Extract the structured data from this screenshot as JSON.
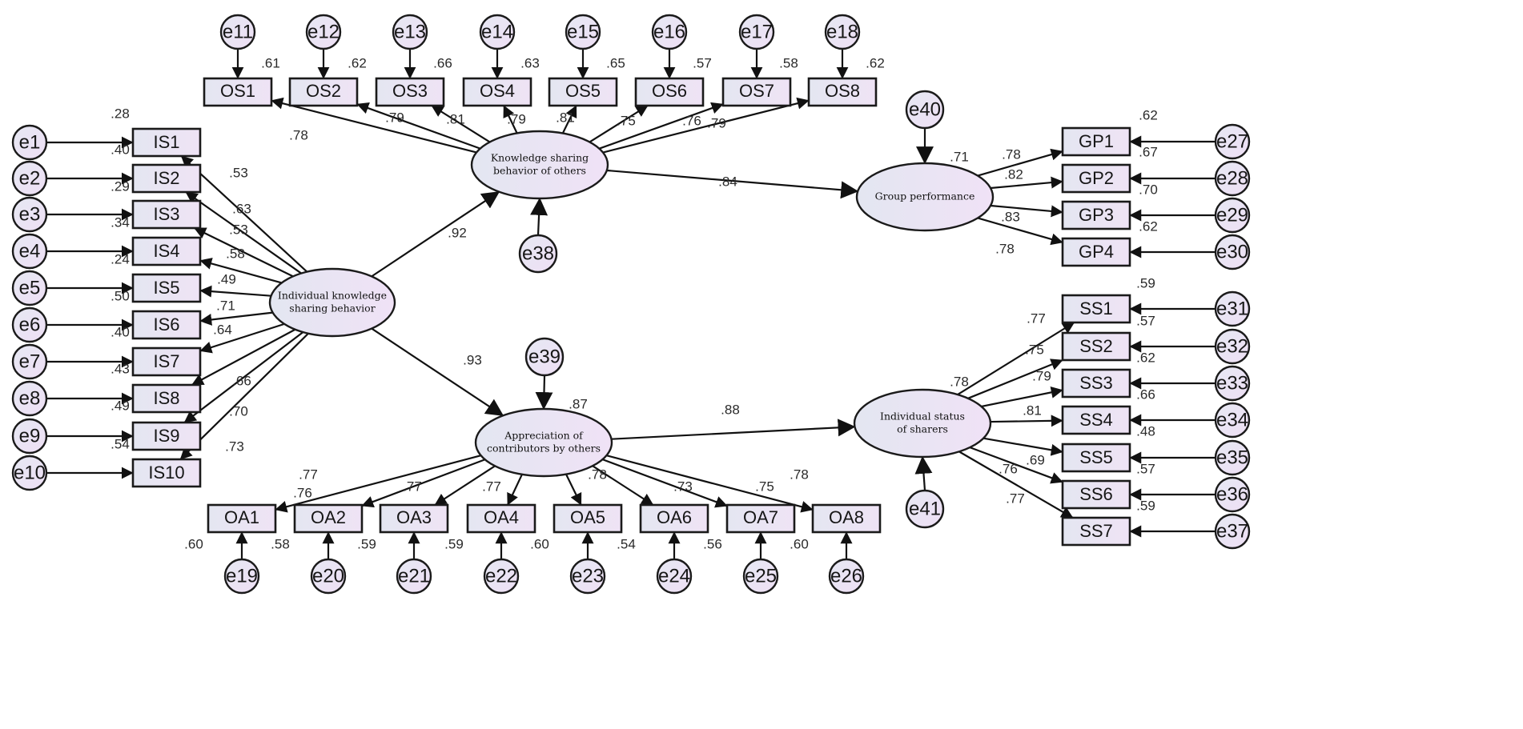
{
  "colors": {
    "node_fill": "#ece6f6",
    "node_fill_alt": "#e8e8f2",
    "stroke": "#111111"
  },
  "latents": {
    "iks": {
      "lines": [
        "Individual knowledge",
        "sharing behavior"
      ]
    },
    "ksbo": {
      "lines": [
        "Knowledge sharing",
        "behavior of others"
      ],
      "r2": ""
    },
    "aco": {
      "lines": [
        "Appreciation of",
        "contributors by others"
      ],
      "r2": ".87"
    },
    "gp": {
      "lines": [
        "Group performance"
      ],
      "r2": ".71"
    },
    "iss": {
      "lines": [
        "Individual status",
        "of sharers"
      ],
      "r2": ".78"
    }
  },
  "structural_paths": [
    {
      "from": "iks",
      "to": "ksbo",
      "coef": ".92"
    },
    {
      "from": "iks",
      "to": "aco",
      "coef": ".93"
    },
    {
      "from": "ksbo",
      "to": "gp",
      "coef": ".84"
    },
    {
      "from": "aco",
      "to": "iss",
      "coef": ".88"
    }
  ],
  "disturbances": [
    {
      "name": "e38",
      "target": "ksbo"
    },
    {
      "name": "e39",
      "target": "aco"
    },
    {
      "name": "e40",
      "target": "gp"
    },
    {
      "name": "e41",
      "target": "iss"
    }
  ],
  "indicator_groups": [
    {
      "latent": "iks",
      "items": [
        {
          "name": "IS1",
          "error": "e1",
          "loading": ".53",
          "r2": ".28"
        },
        {
          "name": "IS2",
          "error": "e2",
          "loading": ".63",
          "r2": ".40"
        },
        {
          "name": "IS3",
          "error": "e3",
          "loading": ".53",
          "r2": ".29"
        },
        {
          "name": "IS4",
          "error": "e4",
          "loading": ".58",
          "r2": ".34"
        },
        {
          "name": "IS5",
          "error": "e5",
          "loading": ".49",
          "r2": ".24"
        },
        {
          "name": "IS6",
          "error": "e6",
          "loading": ".71",
          "r2": ".50"
        },
        {
          "name": "IS7",
          "error": "e7",
          "loading": ".64",
          "r2": ".40"
        },
        {
          "name": "IS8",
          "error": "e8",
          "loading": ".66",
          "r2": ".43"
        },
        {
          "name": "IS9",
          "error": "e9",
          "loading": ".70",
          "r2": ".49"
        },
        {
          "name": "IS10",
          "error": "e10",
          "loading": ".73",
          "r2": ".54"
        }
      ]
    },
    {
      "latent": "ksbo",
      "items": [
        {
          "name": "OS1",
          "error": "e11",
          "loading": ".78",
          "r2": ".61"
        },
        {
          "name": "OS2",
          "error": "e12",
          "loading": ".79",
          "r2": ".62"
        },
        {
          "name": "OS3",
          "error": "e13",
          "loading": ".81",
          "r2": ".66"
        },
        {
          "name": "OS4",
          "error": "e14",
          "loading": ".79",
          "r2": ".63"
        },
        {
          "name": "OS5",
          "error": "e15",
          "loading": ".81",
          "r2": ".65"
        },
        {
          "name": "OS6",
          "error": "e16",
          "loading": ".75",
          "r2": ".57"
        },
        {
          "name": "OS7",
          "error": "e17",
          "loading": ".76",
          "r2": ".58"
        },
        {
          "name": "OS8",
          "error": "e18",
          "loading": ".79",
          "r2": ".62"
        }
      ]
    },
    {
      "latent": "aco",
      "items": [
        {
          "name": "OA1",
          "error": "e19",
          "loading": ".77",
          "r2": ".60"
        },
        {
          "name": "OA2",
          "error": "e20",
          "loading": ".76",
          "r2": ".58"
        },
        {
          "name": "OA3",
          "error": "e21",
          "loading": ".77",
          "r2": ".59"
        },
        {
          "name": "OA4",
          "error": "e22",
          "loading": ".77",
          "r2": ".59"
        },
        {
          "name": "OA5",
          "error": "e23",
          "loading": ".78",
          "r2": ".60"
        },
        {
          "name": "OA6",
          "error": "e24",
          "loading": ".73",
          "r2": ".54"
        },
        {
          "name": "OA7",
          "error": "e25",
          "loading": ".75",
          "r2": ".56"
        },
        {
          "name": "OA8",
          "error": "e26",
          "loading": ".78",
          "r2": ".60"
        }
      ]
    },
    {
      "latent": "gp",
      "items": [
        {
          "name": "GP1",
          "error": "e27",
          "loading": ".78",
          "r2": ".62"
        },
        {
          "name": "GP2",
          "error": "e28",
          "loading": ".82",
          "r2": ".67"
        },
        {
          "name": "GP3",
          "error": "e29",
          "loading": ".83",
          "r2": ".70"
        },
        {
          "name": "GP4",
          "error": "e30",
          "loading": ".78",
          "r2": ".62"
        }
      ]
    },
    {
      "latent": "iss",
      "items": [
        {
          "name": "SS1",
          "error": "e31",
          "loading": ".77",
          "r2": ".59"
        },
        {
          "name": "SS2",
          "error": "e32",
          "loading": ".75",
          "r2": ".57"
        },
        {
          "name": "SS3",
          "error": "e33",
          "loading": ".79",
          "r2": ".62"
        },
        {
          "name": "SS4",
          "error": "e34",
          "loading": ".81",
          "r2": ".66"
        },
        {
          "name": "SS5",
          "error": "e35",
          "loading": ".69",
          "r2": ".48"
        },
        {
          "name": "SS6",
          "error": "e36",
          "loading": ".76",
          "r2": ".57"
        },
        {
          "name": "SS7",
          "error": "e37",
          "loading": ".77",
          "r2": ".59"
        }
      ]
    }
  ]
}
